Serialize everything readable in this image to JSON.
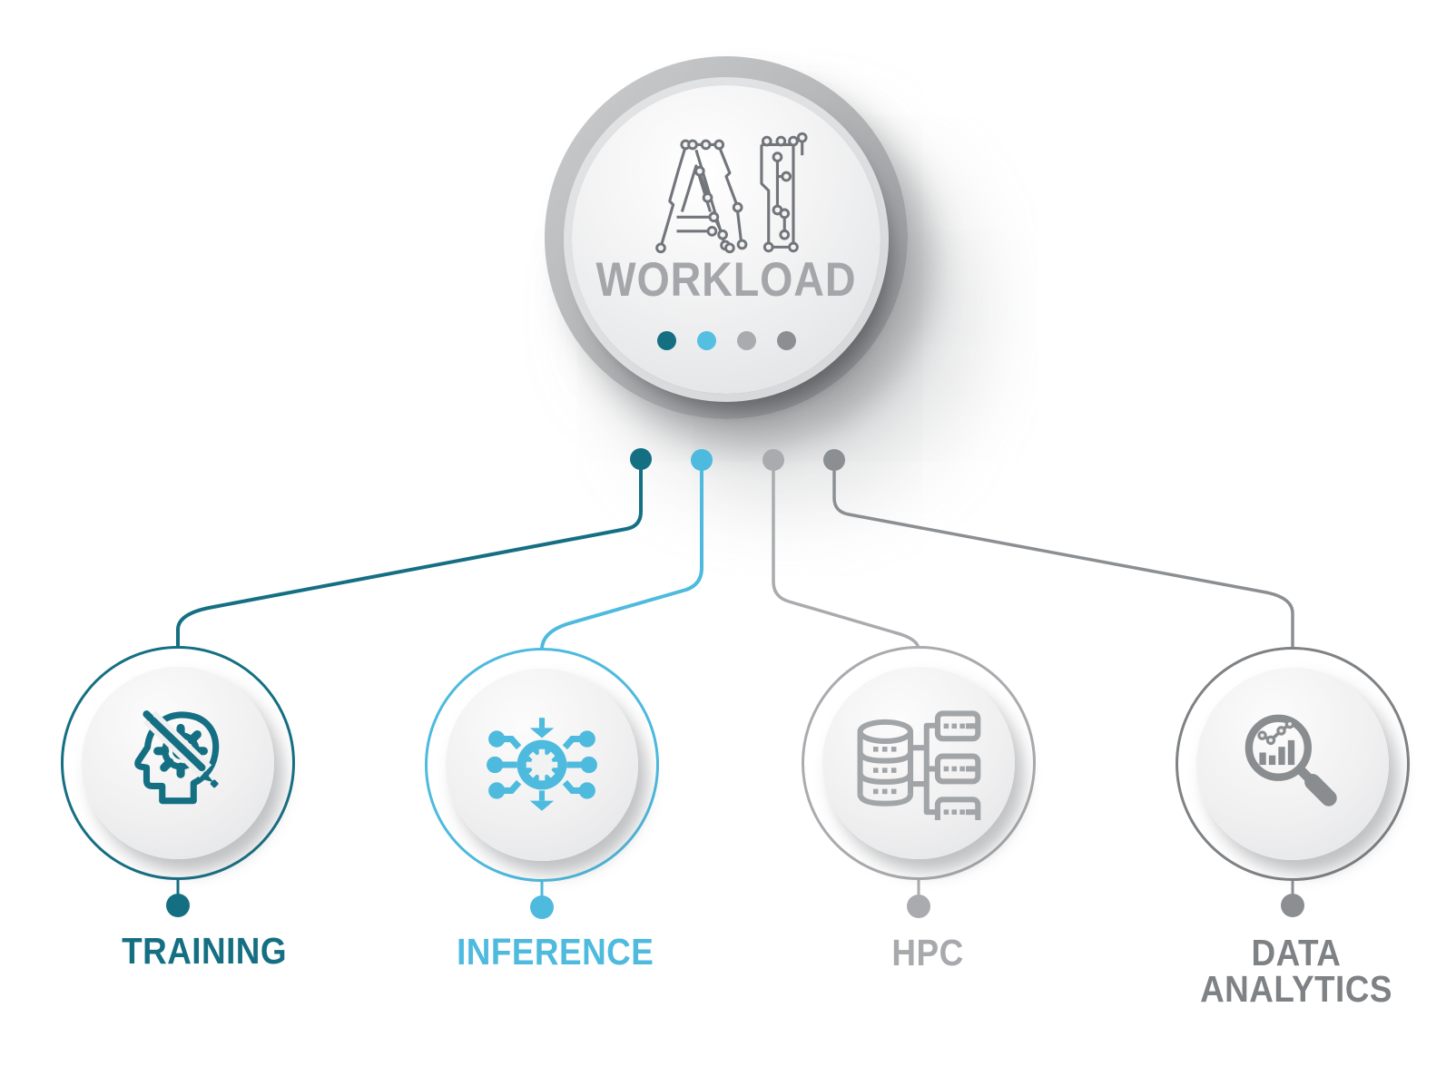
{
  "center": {
    "logo_text": "AI",
    "title": "WORKLOAD",
    "progress_dot_colors": [
      "#156f83",
      "#55bfe2",
      "#a9abae",
      "#8c8f92"
    ]
  },
  "branches": [
    {
      "id": "training",
      "label_lines": [
        "TRAINING"
      ],
      "color": "#156f83",
      "icon": "head-gear-pencil-icon"
    },
    {
      "id": "inference",
      "label_lines": [
        "INFERENCE"
      ],
      "color": "#4dbade",
      "icon": "converge-gear-icon"
    },
    {
      "id": "hpc",
      "label_lines": [
        "HPC"
      ],
      "color": "#a9abae",
      "icon": "database-servers-icon"
    },
    {
      "id": "data-analytics",
      "label_lines": [
        "DATA",
        "ANALYTICS"
      ],
      "color": "#8c8f92",
      "icon": "magnifier-analytics-icon"
    }
  ],
  "palette": {
    "teal": "#156f83",
    "light_blue": "#4dbade",
    "light_gray": "#a9abae",
    "mid_gray": "#8c8f92",
    "ring_gray": "#b7b9bb",
    "title_gray": "#a4a6a9",
    "logo_gray": "#72757a",
    "background": "#ffffff"
  }
}
